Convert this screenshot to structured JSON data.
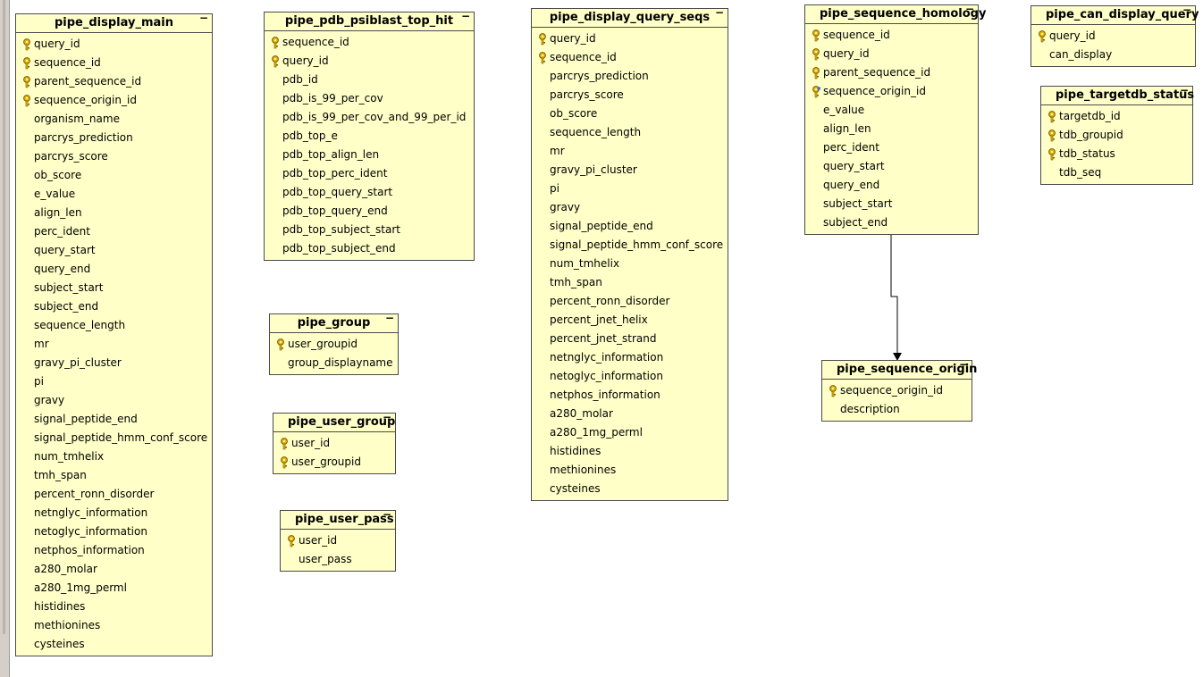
{
  "tables": {
    "pipe_display_main": {
      "title": "pipe_display_main",
      "columns": [
        {
          "name": "query_id",
          "key": "pk"
        },
        {
          "name": "sequence_id",
          "key": "pk"
        },
        {
          "name": "parent_sequence_id",
          "key": "pk"
        },
        {
          "name": "sequence_origin_id",
          "key": "pk"
        },
        {
          "name": "organism_name",
          "key": ""
        },
        {
          "name": "parcrys_prediction",
          "key": ""
        },
        {
          "name": "parcrys_score",
          "key": ""
        },
        {
          "name": "ob_score",
          "key": ""
        },
        {
          "name": "e_value",
          "key": ""
        },
        {
          "name": "align_len",
          "key": ""
        },
        {
          "name": "perc_ident",
          "key": ""
        },
        {
          "name": "query_start",
          "key": ""
        },
        {
          "name": "query_end",
          "key": ""
        },
        {
          "name": "subject_start",
          "key": ""
        },
        {
          "name": "subject_end",
          "key": ""
        },
        {
          "name": "sequence_length",
          "key": ""
        },
        {
          "name": "mr",
          "key": ""
        },
        {
          "name": "gravy_pi_cluster",
          "key": ""
        },
        {
          "name": "pi",
          "key": ""
        },
        {
          "name": "gravy",
          "key": ""
        },
        {
          "name": "signal_peptide_end",
          "key": ""
        },
        {
          "name": "signal_peptide_hmm_conf_score",
          "key": ""
        },
        {
          "name": "num_tmhelix",
          "key": ""
        },
        {
          "name": "tmh_span",
          "key": ""
        },
        {
          "name": "percent_ronn_disorder",
          "key": ""
        },
        {
          "name": "netnglyc_information",
          "key": ""
        },
        {
          "name": "netoglyc_information",
          "key": ""
        },
        {
          "name": "netphos_information",
          "key": ""
        },
        {
          "name": "a280_molar",
          "key": ""
        },
        {
          "name": "a280_1mg_perml",
          "key": ""
        },
        {
          "name": "histidines",
          "key": ""
        },
        {
          "name": "methionines",
          "key": ""
        },
        {
          "name": "cysteines",
          "key": ""
        }
      ]
    },
    "pipe_pdb_psiblast_top_hit": {
      "title": "pipe_pdb_psiblast_top_hit",
      "columns": [
        {
          "name": "sequence_id",
          "key": "pk"
        },
        {
          "name": "query_id",
          "key": "pk"
        },
        {
          "name": "pdb_id",
          "key": ""
        },
        {
          "name": "pdb_is_99_per_cov",
          "key": ""
        },
        {
          "name": "pdb_is_99_per_cov_and_99_per_id",
          "key": ""
        },
        {
          "name": "pdb_top_e",
          "key": ""
        },
        {
          "name": "pdb_top_align_len",
          "key": ""
        },
        {
          "name": "pdb_top_perc_ident",
          "key": ""
        },
        {
          "name": "pdb_top_query_start",
          "key": ""
        },
        {
          "name": "pdb_top_query_end",
          "key": ""
        },
        {
          "name": "pdb_top_subject_start",
          "key": ""
        },
        {
          "name": "pdb_top_subject_end",
          "key": ""
        }
      ]
    },
    "pipe_group": {
      "title": "pipe_group",
      "columns": [
        {
          "name": "user_groupid",
          "key": "pk"
        },
        {
          "name": "group_displayname",
          "key": ""
        }
      ]
    },
    "pipe_user_group": {
      "title": "pipe_user_group",
      "columns": [
        {
          "name": "user_id",
          "key": "pk"
        },
        {
          "name": "user_groupid",
          "key": "pk"
        }
      ]
    },
    "pipe_user_pass": {
      "title": "pipe_user_pass",
      "columns": [
        {
          "name": "user_id",
          "key": "pk"
        },
        {
          "name": "user_pass",
          "key": ""
        }
      ]
    },
    "pipe_display_query_seqs": {
      "title": "pipe_display_query_seqs",
      "columns": [
        {
          "name": "query_id",
          "key": "pk"
        },
        {
          "name": "sequence_id",
          "key": "pk"
        },
        {
          "name": "parcrys_prediction",
          "key": ""
        },
        {
          "name": "parcrys_score",
          "key": ""
        },
        {
          "name": "ob_score",
          "key": ""
        },
        {
          "name": "sequence_length",
          "key": ""
        },
        {
          "name": "mr",
          "key": ""
        },
        {
          "name": "gravy_pi_cluster",
          "key": ""
        },
        {
          "name": "pi",
          "key": ""
        },
        {
          "name": "gravy",
          "key": ""
        },
        {
          "name": "signal_peptide_end",
          "key": ""
        },
        {
          "name": "signal_peptide_hmm_conf_score",
          "key": ""
        },
        {
          "name": "num_tmhelix",
          "key": ""
        },
        {
          "name": "tmh_span",
          "key": ""
        },
        {
          "name": "percent_ronn_disorder",
          "key": ""
        },
        {
          "name": "percent_jnet_helix",
          "key": ""
        },
        {
          "name": "percent_jnet_strand",
          "key": ""
        },
        {
          "name": "netnglyc_information",
          "key": ""
        },
        {
          "name": "netoglyc_information",
          "key": ""
        },
        {
          "name": "netphos_information",
          "key": ""
        },
        {
          "name": "a280_molar",
          "key": ""
        },
        {
          "name": "a280_1mg_perml",
          "key": ""
        },
        {
          "name": "histidines",
          "key": ""
        },
        {
          "name": "methionines",
          "key": ""
        },
        {
          "name": "cysteines",
          "key": ""
        }
      ]
    },
    "pipe_sequence_homology": {
      "title": "pipe_sequence_homology",
      "columns": [
        {
          "name": "sequence_id",
          "key": "pk"
        },
        {
          "name": "query_id",
          "key": "pk"
        },
        {
          "name": "parent_sequence_id",
          "key": "pk"
        },
        {
          "name": "sequence_origin_id",
          "key": "pkfk"
        },
        {
          "name": "e_value",
          "key": ""
        },
        {
          "name": "align_len",
          "key": ""
        },
        {
          "name": "perc_ident",
          "key": ""
        },
        {
          "name": "query_start",
          "key": ""
        },
        {
          "name": "query_end",
          "key": ""
        },
        {
          "name": "subject_start",
          "key": ""
        },
        {
          "name": "subject_end",
          "key": ""
        }
      ]
    },
    "pipe_sequence_origin": {
      "title": "pipe_sequence_origin",
      "columns": [
        {
          "name": "sequence_origin_id",
          "key": "pk"
        },
        {
          "name": "description",
          "key": ""
        }
      ]
    },
    "pipe_can_display_query": {
      "title": "pipe_can_display_query",
      "columns": [
        {
          "name": "query_id",
          "key": "pk"
        },
        {
          "name": "can_display",
          "key": ""
        }
      ]
    },
    "pipe_targetdb_status": {
      "title": "pipe_targetdb_status",
      "columns": [
        {
          "name": "targetdb_id",
          "key": "pk"
        },
        {
          "name": "tdb_groupid",
          "key": "pk"
        },
        {
          "name": "tdb_status",
          "key": "pk"
        },
        {
          "name": "tdb_seq",
          "key": ""
        }
      ]
    }
  },
  "collapse_symbol": "−",
  "colors": {
    "table_bg": "#ffffc8",
    "border": "#4a4a4a",
    "key": "#e8b800"
  },
  "relationships": [
    {
      "from": "pipe_sequence_homology",
      "to": "pipe_sequence_origin"
    }
  ]
}
